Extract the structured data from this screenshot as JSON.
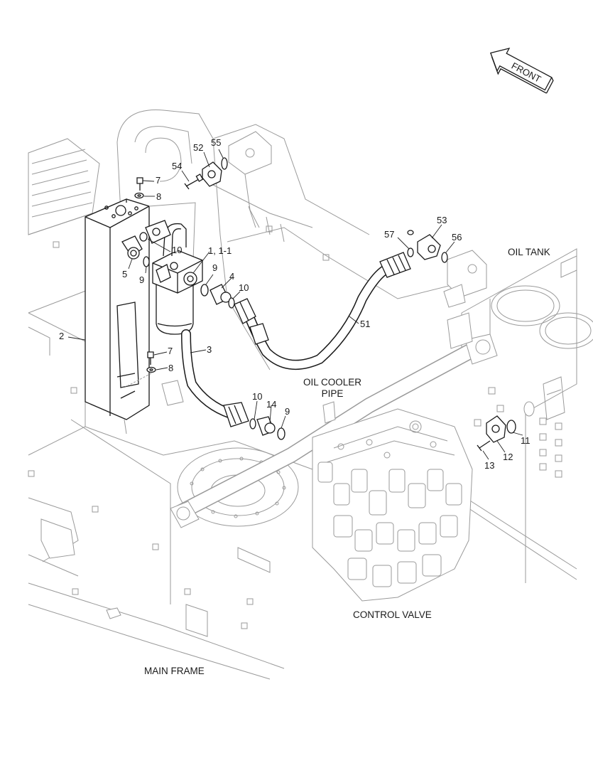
{
  "direction": {
    "label": "FRONT"
  },
  "captions": {
    "oil_tank": "OIL TANK",
    "oil_cooler_pipe_line1": "OIL COOLER",
    "oil_cooler_pipe_line2": "PIPE",
    "control_valve": "CONTROL VALVE",
    "main_frame": "MAIN FRAME"
  },
  "callouts": {
    "c1": "1, 1-1",
    "c2": "2",
    "c3": "3",
    "c4": "4",
    "c5": "5",
    "c7a": "7",
    "c7b": "7",
    "c8a": "8",
    "c8b": "8",
    "c9a": "9",
    "c9b": "9",
    "c9c": "9",
    "c10a": "10",
    "c10b": "10",
    "c10c": "10",
    "c11": "11",
    "c12": "12",
    "c13": "13",
    "c14": "14",
    "c51": "51",
    "c52": "52",
    "c53": "53",
    "c54": "54",
    "c55": "55",
    "c56": "56",
    "c57": "57"
  }
}
